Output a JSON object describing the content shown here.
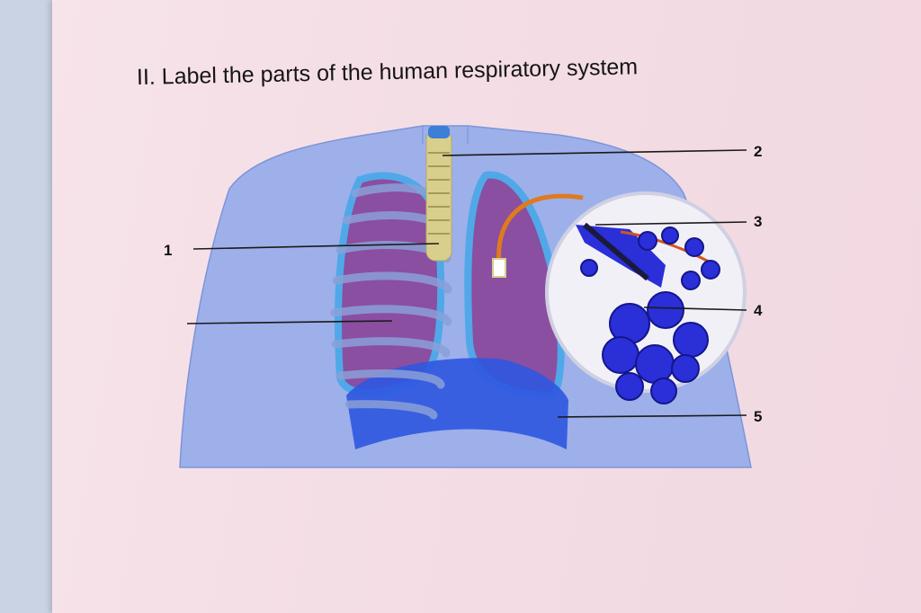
{
  "worksheet": {
    "title": "II. Label the parts of the human respiratory system"
  },
  "labels": [
    "1",
    "2",
    "3",
    "4",
    "5"
  ],
  "colors": {
    "body": "#9db0ea",
    "lung": "#8a4fa0",
    "airway": "#50a8e8",
    "diaphragm": "#2f56e0",
    "alveoli": "#2a2fd8",
    "trachea": "#d9cf8c",
    "arrow": "#e07a1e"
  }
}
